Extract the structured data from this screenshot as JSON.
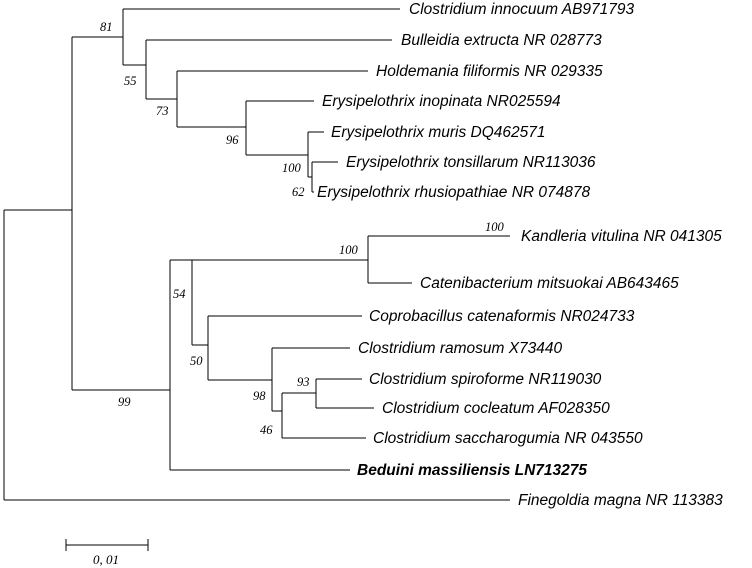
{
  "taxa": [
    "Clostridium innocuum AB971793",
    "Bulleidia extructa NR 028773",
    "Holdemania filiformis NR 029335",
    "Erysipelothrix inopinata NR025594",
    "Erysipelothrix muris DQ462571",
    "Erysipelothrix tonsillarum NR113036",
    "Erysipelothrix rhusiopathiae NR 074878",
    "Kandleria vitulina NR 041305",
    "Catenibacterium mitsuokai AB643465",
    "Coprobacillus catenaformis NR024733",
    "Clostridium ramosum X73440",
    "Clostridium spiroforme NR119030",
    "Clostridium cocleatum AF028350",
    "Clostridium saccharogumia NR 043550",
    "Beduini massiliensis LN713275",
    "Finegoldia magna NR 113383"
  ],
  "highlighted_taxon": "Beduini massiliensis LN713275",
  "bootstrap": [
    "81",
    "55",
    "73",
    "96",
    "100",
    "62",
    "100",
    "100",
    "54",
    "50",
    "98",
    "93",
    "46",
    "99"
  ],
  "scale_bar_label": "0, 01"
}
